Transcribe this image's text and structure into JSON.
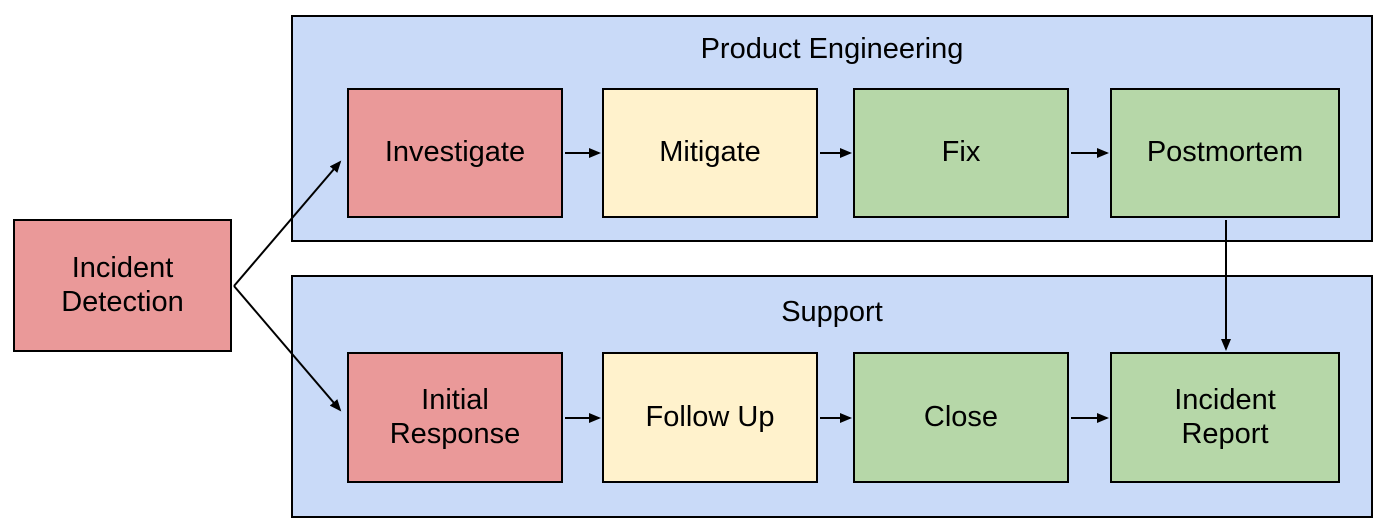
{
  "diagram": {
    "palette": {
      "lane_fill": "#C9DAF8",
      "red_fill": "#EA9999",
      "yellow_fill": "#FFF2CC",
      "green_fill": "#B6D7A8",
      "border": "#000000",
      "background": "#FFFFFF",
      "text": "#000000"
    },
    "start": {
      "label": "Incident Detection",
      "color": "red"
    },
    "lanes": [
      {
        "title": "Product Engineering",
        "nodes": [
          {
            "label": "Investigate",
            "color": "red"
          },
          {
            "label": "Mitigate",
            "color": "yellow"
          },
          {
            "label": "Fix",
            "color": "green"
          },
          {
            "label": "Postmortem",
            "color": "green"
          }
        ]
      },
      {
        "title": "Support",
        "nodes": [
          {
            "label": "Initial Response",
            "color": "red"
          },
          {
            "label": "Follow Up",
            "color": "yellow"
          },
          {
            "label": "Close",
            "color": "green"
          },
          {
            "label": "Incident Report",
            "color": "green"
          }
        ]
      }
    ],
    "edges": [
      {
        "from": "Incident Detection",
        "to": "Investigate"
      },
      {
        "from": "Incident Detection",
        "to": "Initial Response"
      },
      {
        "from": "Investigate",
        "to": "Mitigate"
      },
      {
        "from": "Mitigate",
        "to": "Fix"
      },
      {
        "from": "Fix",
        "to": "Postmortem"
      },
      {
        "from": "Postmortem",
        "to": "Incident Report"
      },
      {
        "from": "Initial Response",
        "to": "Follow Up"
      },
      {
        "from": "Follow Up",
        "to": "Close"
      },
      {
        "from": "Close",
        "to": "Incident Report"
      }
    ]
  }
}
